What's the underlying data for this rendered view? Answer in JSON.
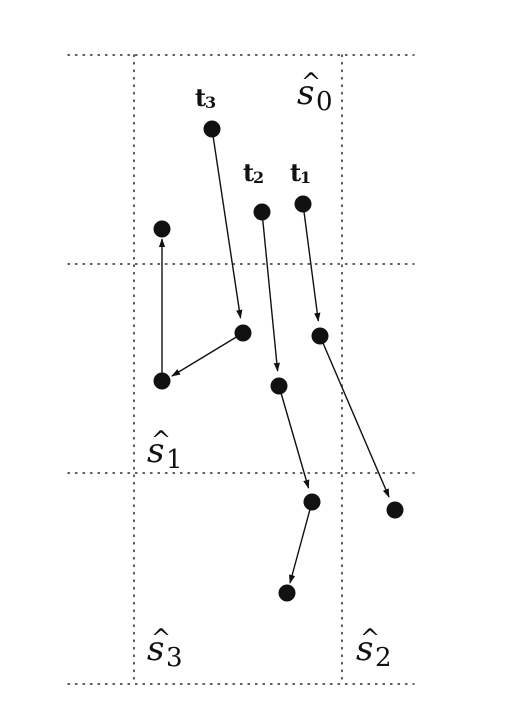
{
  "regions": [
    {
      "id": "s0",
      "base": "s",
      "hat": "^",
      "sub": "0"
    },
    {
      "id": "s1",
      "base": "s",
      "hat": "^",
      "sub": "1"
    },
    {
      "id": "s2",
      "base": "s",
      "hat": "^",
      "sub": "2"
    },
    {
      "id": "s3",
      "base": "s",
      "hat": "^",
      "sub": "3"
    }
  ],
  "trajectories": [
    {
      "id": "t1",
      "base": "t",
      "sub": "1"
    },
    {
      "id": "t2",
      "base": "t",
      "sub": "2"
    },
    {
      "id": "t3",
      "base": "t",
      "sub": "3"
    }
  ]
}
